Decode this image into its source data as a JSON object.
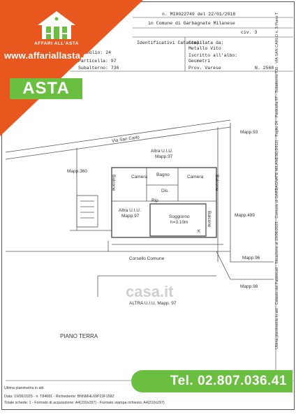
{
  "header": {
    "protocol": "n. MI0022749 del 22/01/2018",
    "comune": "in Comune di Garbagnate Milanese",
    "civ": "civ. 3",
    "dati_catastali": "Identificativi Catastali:",
    "foglio": "Foglio: 24",
    "particella": "Particella: 97",
    "subalterno": "Subalterno: 730",
    "compilata_da": "Compilata da:",
    "compilata_nome": "Metallo Vito",
    "iscritto": "Iscritto all'albo:",
    "iscritto_albo": "Geometri",
    "prov": "Prov. Varese",
    "numero": "N. 2568"
  },
  "brand": {
    "logo_text": "AFFARI ALL'ASTA",
    "site": "www.affariallasta.com",
    "badge": "ASTA",
    "green": "#6abf40",
    "orange": "#e8571e",
    "phone": "Tel. 02.807.036.41"
  },
  "plan": {
    "street": "Via San Carlo",
    "mapp93": "Mapp.93",
    "mapp360": "Mapp.360",
    "altra_uiu_top": "Altra U.I.U.",
    "altra_uiu_top_mapp": "Mapp.97",
    "bagno": "Bagno",
    "camera_left": "Camera",
    "camera_right": "Camera",
    "balcone_left": "Balcone",
    "balcone_right": "Balcone",
    "balcone_bottom": "Balcone",
    "dis": "Dis.",
    "rip": "Rip",
    "altra_uiu_left": "Altra U.I.U.",
    "altra_uiu_left_mapp": "Mapp.97",
    "soggiorno": "Soggiorno",
    "h": "h=3.10m",
    "k": "K",
    "mapp499": "Mapp.499",
    "corsello": "Corsello Comune",
    "mapp96": "Mapp.96",
    "mapp98": "Mapp.98",
    "altra_uiu_bottom": "ALTRA U.I.U. Mapp. 97",
    "piano": "PIANO TERRA",
    "watermark": "casa.it"
  },
  "sidebar": {
    "text": "Ultima planimetria in atti · Catasto dei Fabbricati · Situazione al 19/06/2025 · Comune di GARBAGNATE MILANESE(D912) · Foglio 24 · Particella 97 · Subalterno 730 · VIA SAN CARLO n. 3 Piano T"
  },
  "footer": {
    "line1": "Ultima planimetria in atti",
    "line2": "Data: 19/06/2025 - n. T84681 - Richiedente: BNNMHL69P23F158Z",
    "line3": "Totale schede: 1 - Formato di acquisizione: A4(210x297) - Formato stampa richiesto: A4(210x297)"
  }
}
